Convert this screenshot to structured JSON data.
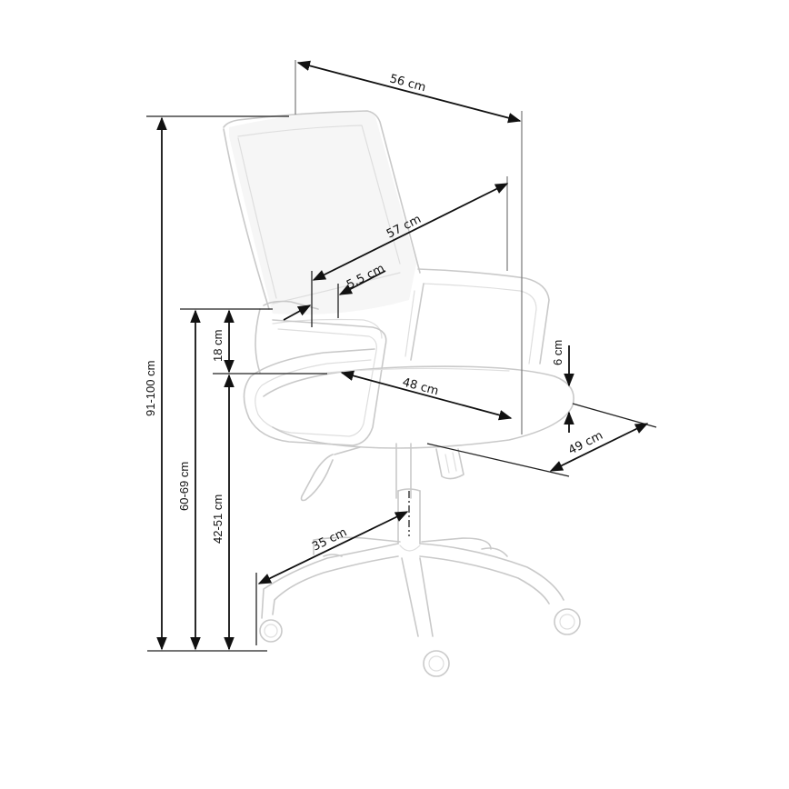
{
  "diagram": {
    "subject": "Office swivel chair with mesh backrest, armrests and 5-star base on casters",
    "colors": {
      "background": "#ffffff",
      "chair_outline": "#c9c9c9",
      "dimension_lines": "#111111"
    }
  },
  "dimensions": {
    "overall_width": "56 cm",
    "overall_depth": "57 cm",
    "backrest_gap": "5,5 cm",
    "armrest_to_seat": "18 cm",
    "overall_height": "91-100 cm",
    "armrest_height": "60-69 cm",
    "seat_height": "42-51 cm",
    "seat_width": "48 cm",
    "seat_thickness": "6 cm",
    "seat_depth": "49 cm",
    "base_radius": "35 cm"
  }
}
